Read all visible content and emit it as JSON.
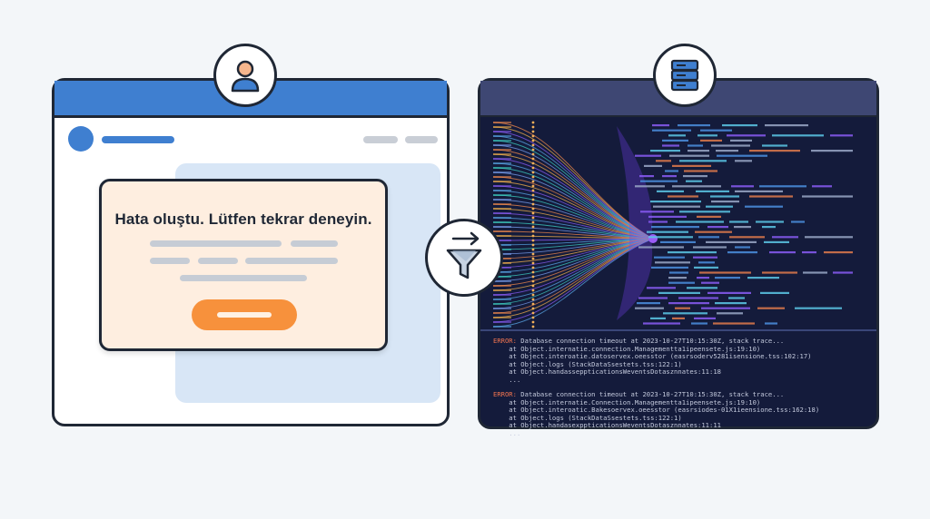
{
  "dialog": {
    "message": "Hata oluştu. Lütfen tekrar deneyin."
  },
  "log": {
    "lines": [
      {
        "prefix": "ERROR:",
        "text": " Database connection timeout at 2023-10-27T10:15:30Z, stack trace..."
      },
      {
        "prefix": "",
        "text": "    at Object.internatie.connection.Managementta1ipeensete.js:19:10)"
      },
      {
        "prefix": "",
        "text": "    at Object.interoatie.datoservex.oeesstor (easrsoderv5281isensione.tss:102:17)"
      },
      {
        "prefix": "",
        "text": "    at Object.logs (StackDataSsestets.tss:122:1)"
      },
      {
        "prefix": "",
        "text": "    at Object.handasseppticationsWeventsDotasznnates:11:18"
      },
      {
        "prefix": "",
        "text": "    ..."
      },
      {
        "prefix": "ERROR:",
        "text": " Database connection timeout at 2023-10-27T10:15:30Z, stack trace..."
      },
      {
        "prefix": "",
        "text": "    at Object.internatie.Connection.Managementta1ipeensete.js:19:10)"
      },
      {
        "prefix": "",
        "text": "    at Object.interoatic.Bakesoervex.oeesstor (easrsiodes-01X1ieensione.tss:162:18)"
      },
      {
        "prefix": "",
        "text": "    at Object.logs (StackDataSsestets.tss:122:1)"
      },
      {
        "prefix": "",
        "text": "    at Object.handasexppticationsWeventsDotasznnates:11:11"
      },
      {
        "prefix": "",
        "text": "    ..."
      }
    ]
  },
  "icons": {
    "user": "user-icon",
    "server": "server-icon",
    "filter": "funnel-filter-icon"
  },
  "colors": {
    "browser_bar": "#3f7fd0",
    "terminal_bg": "#141b3b",
    "dialog_bg": "#feeee0",
    "dialog_button": "#f7913c",
    "error_text": "#f0744f"
  }
}
